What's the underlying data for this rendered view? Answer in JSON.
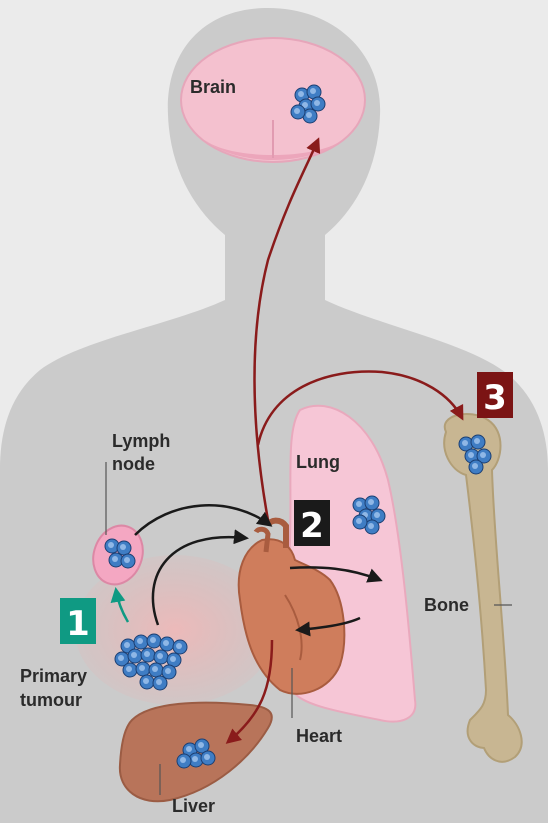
{
  "labels": {
    "brain": "Brain",
    "lymph_line1": "Lymph",
    "lymph_line2": "node",
    "lung": "Lung",
    "bone": "Bone",
    "primary_line1": "Primary",
    "primary_line2": "tumour",
    "heart": "Heart",
    "liver": "Liver"
  },
  "steps": {
    "step1": "1",
    "step2": "2",
    "step3": "3"
  },
  "colors": {
    "background": "#ebebeb",
    "body_silhouette": "#cbcbcb",
    "brain": "#f4c1cf",
    "lung": "#f6c6d6",
    "heart": "#cf7d5c",
    "liver": "#b8745a",
    "bone": "#c8b692",
    "tumour_cells": "#3f7dc4",
    "red_arrow": "#8a1b1b",
    "black_arrow": "#1a1a1a",
    "step1_badge": "#0f9a83",
    "step2_badge": "#1a1a1a",
    "step3_badge": "#7b1414"
  }
}
